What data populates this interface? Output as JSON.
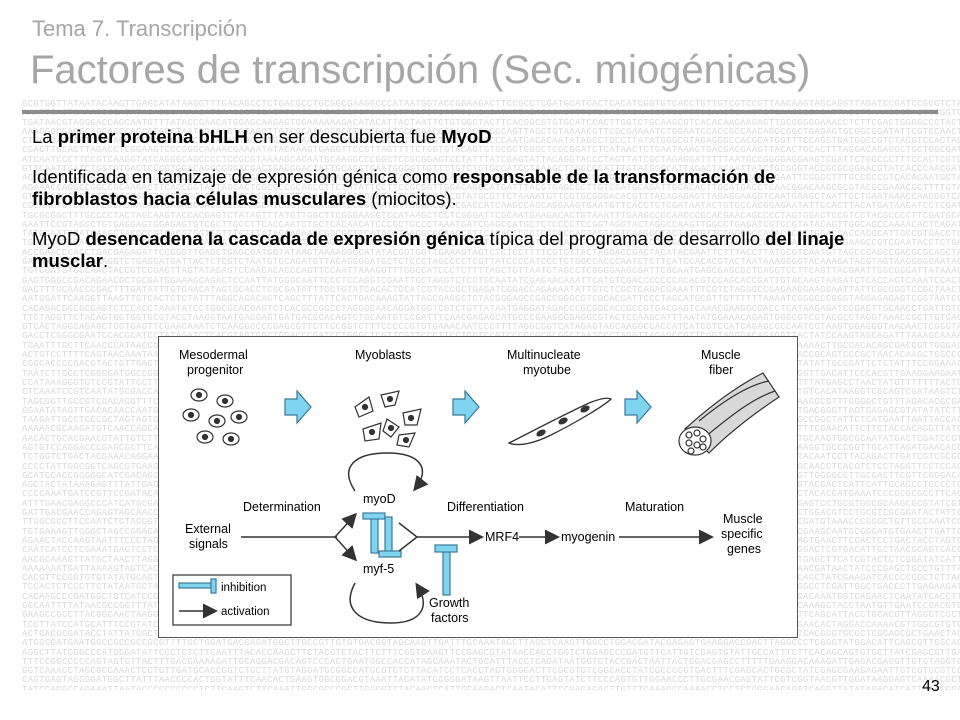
{
  "header": {
    "subtitle": "Tema 7. Transcripción",
    "title": "Factores de transcripción (Sec. miogénicas)"
  },
  "body": {
    "p1": {
      "t1": "La ",
      "b1": "primer proteina bHLH",
      "t2": " en ser descubierta fue ",
      "b2": "MyoD"
    },
    "p2": {
      "t1": "Identificada en tamizaje de expresión génica como ",
      "b1": "responsable de la transformación de fibroblastos hacia células musculares",
      "t2": " (miocitos)."
    },
    "p3": {
      "t1": "MyoD ",
      "b1": "desencadena la cascada de expresión génica",
      "t2": " típica del programa de desarrollo ",
      "b2": "del linaje musclar",
      "t3": "."
    }
  },
  "figure": {
    "stages": {
      "mesodermal_1": "Mesodermal",
      "mesodermal_2": "progenitor",
      "myoblasts": "Myoblasts",
      "multinucleate_1": "Multinucleate",
      "multinucleate_2": "myotube",
      "muscle_1": "Muscle",
      "muscle_2": "fiber"
    },
    "pathway": {
      "determination": "Determination",
      "differentiation": "Differentiation",
      "maturation": "Maturation",
      "external_1": "External",
      "external_2": "signals",
      "myod": "myoD",
      "myf5": "myf-5",
      "mrf4": "MRF4",
      "myogenin": "myogenin",
      "genes_1": "Muscle",
      "genes_2": "specific",
      "genes_3": "genes",
      "growth_1": "Growth",
      "growth_2": "factors"
    },
    "legend": {
      "inhibition": "inhibition",
      "activation": "activation"
    },
    "colors": {
      "arrow_fill": "#7fd4f0",
      "arrow_stroke": "#3a7a99"
    }
  },
  "page_number": "43"
}
